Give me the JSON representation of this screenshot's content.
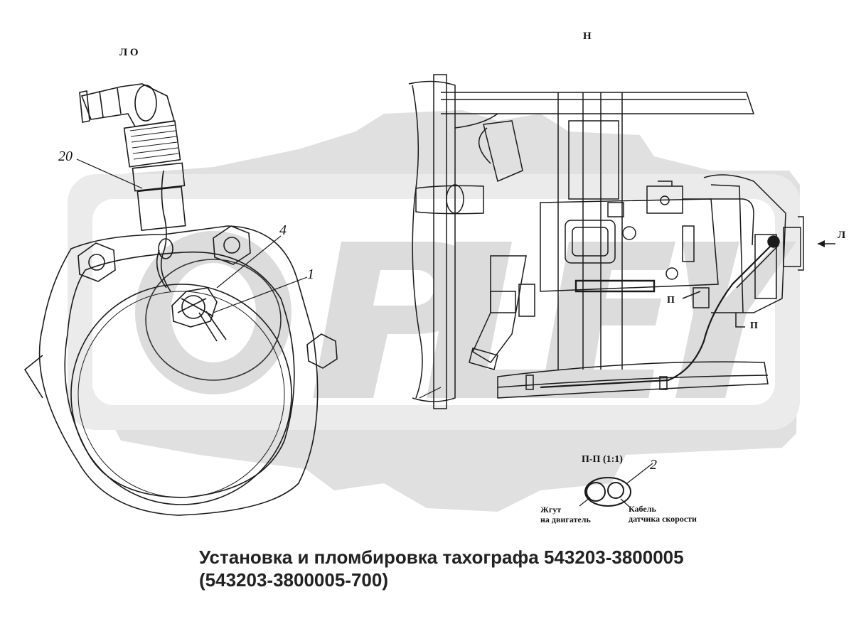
{
  "labels": {
    "view_lo": "Л О",
    "view_n": "Н",
    "view_l": "Л",
    "ref_20": "20",
    "ref_4": "4",
    "ref_1": "1",
    "ref_2": "2",
    "ref_p_a": "П",
    "ref_p_b": "П",
    "section_title": "П-П (1:1)",
    "harness_line1": "Жгут",
    "harness_line2": "на двигатель",
    "cable_line1": "Кабель",
    "cable_line2": "датчика скорости"
  },
  "caption": {
    "line1": "Установка и пломбировка тахографа 543203-3800005",
    "line2": "(543203-3800005-700)"
  },
  "colors": {
    "line": "#1a1a1a",
    "watermark": "#dedede",
    "text": "#222222"
  }
}
